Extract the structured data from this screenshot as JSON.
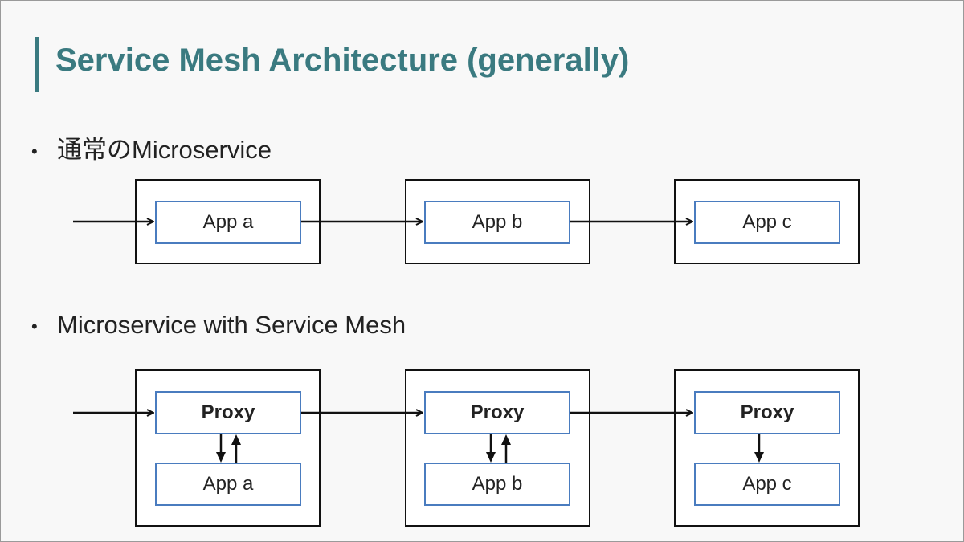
{
  "title": "Service Mesh Architecture (generally)",
  "bullets": {
    "first": "通常のMicroservice",
    "second": "Microservice with Service Mesh"
  },
  "row1": {
    "apps": [
      "App a",
      "App b",
      "App c"
    ]
  },
  "row2": {
    "proxies": [
      "Proxy",
      "Proxy",
      "Proxy"
    ],
    "apps": [
      "App a",
      "App b",
      "App c"
    ]
  },
  "colors": {
    "title": "#3a7a80",
    "inner_border": "#4a7cbf",
    "outer_border": "#111111"
  }
}
